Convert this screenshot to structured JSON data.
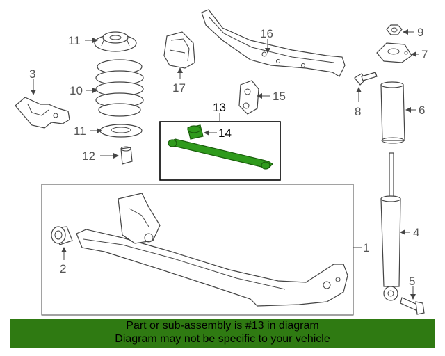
{
  "callouts": {
    "c1": "1",
    "c2": "2",
    "c3": "3",
    "c4": "4",
    "c5": "5",
    "c6": "6",
    "c7": "7",
    "c8": "8",
    "c9": "9",
    "c10": "10",
    "c11a": "11",
    "c11b": "11",
    "c12": "12",
    "c13": "13",
    "c14": "14",
    "c15": "15",
    "c16": "16",
    "c17": "17"
  },
  "highlight_color": "#2f9a1c",
  "banner": {
    "line1": "Part or sub-assembly is #13 in diagram",
    "line2": "Diagram may not be specific to your vehicle",
    "color": "#2f7a12"
  }
}
